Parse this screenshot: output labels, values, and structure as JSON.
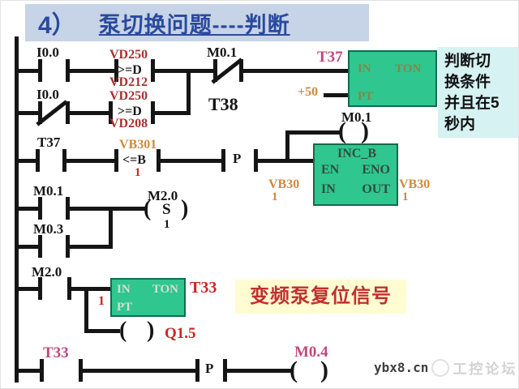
{
  "title": {
    "prefix": "4）",
    "text": "泵切换问题----判断"
  },
  "notes": {
    "condition": "判断切\n换条件\n并且在5\n秒内",
    "reset": "变频泵复位信号"
  },
  "symbols": {
    "coil_open": "(",
    "coil_close": ")"
  },
  "colors": {
    "title_blue": "#2a4a9e",
    "banner_bg": "#c7d3e6",
    "box_green": "#2fc690",
    "note_cyan": "#d6f2f2",
    "note_yellow": "#fffcd2",
    "dark_red": "#a93030",
    "orange": "#cf8a3b",
    "pink": "#c2477f",
    "red": "#cc2525"
  },
  "rung1": {
    "contact1": "I0.0",
    "cmp_top": "VD250",
    "cmp_op": ">=D",
    "cmp_bottom": "VD212",
    "nc_contact": "M0.1",
    "t38": "T38",
    "timer_label": "T37",
    "pt_value": "+50",
    "box": {
      "in": "IN",
      "type": "TON",
      "pt": "PT"
    },
    "coil": "M0.1"
  },
  "rung2": {
    "contact1": "I0.0",
    "cmp_top": "VD250",
    "cmp_op": ">=D",
    "cmp_bottom": "VD208"
  },
  "rung3": {
    "contact1": "T37",
    "cmp_top": "VB301",
    "cmp_op": "<=B",
    "cmp_bottom": "1",
    "edge": "P",
    "block": {
      "title": "INC_B",
      "en": "EN",
      "eno": "ENO",
      "in": "IN",
      "out": "OUT"
    },
    "in_operand": "VB30",
    "in_operand2": "1",
    "out_operand": "VB30",
    "out_operand2": "1"
  },
  "rung4": {
    "contact1": "M0.1",
    "contact2": "M0.3",
    "coil": "M2.0",
    "coil_op": "S",
    "coil_n": "1"
  },
  "rung5": {
    "contact1": "M2.0",
    "timer_label": "T33",
    "pt_value": "1",
    "box": {
      "in": "IN",
      "type": "TON",
      "pt": "PT"
    },
    "coil": "Q1.5"
  },
  "rung6": {
    "contact1": "T33",
    "edge": "P",
    "coil": "M0.4"
  },
  "watermark": {
    "site": "ybx8.cn",
    "forum": "工控论坛"
  }
}
